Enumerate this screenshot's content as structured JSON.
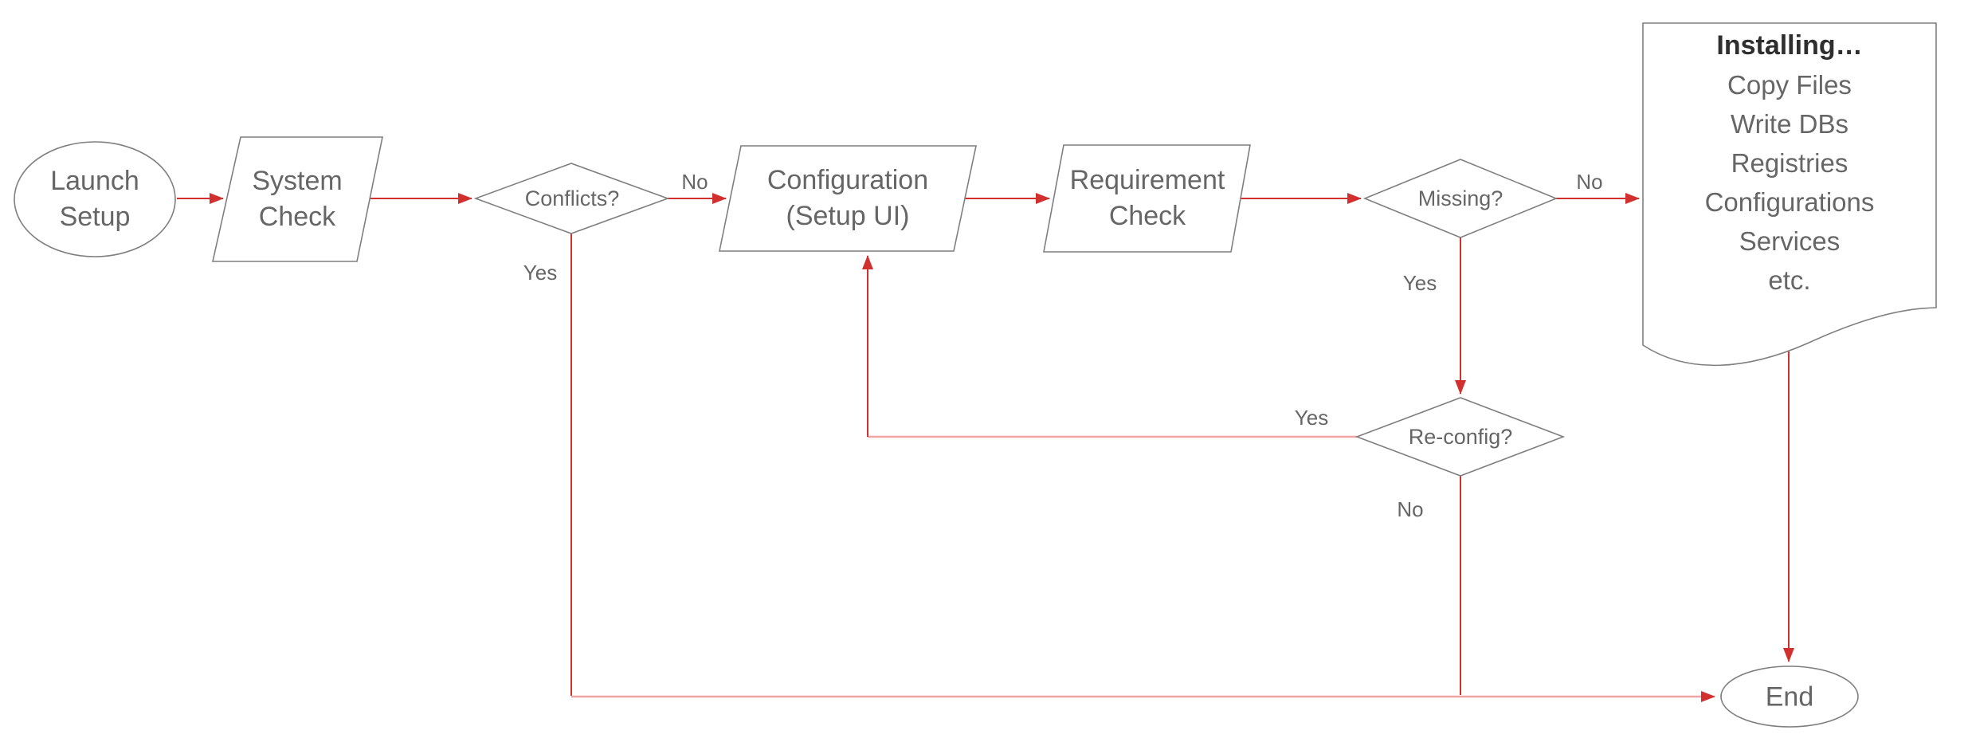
{
  "colors": {
    "arrow": "#d2302e",
    "arrow_light": "#f2a3a3",
    "shape_stroke": "#7f7f7f",
    "text": "#666666",
    "installing_title": "#2e2e2e",
    "background": "#ffffff"
  },
  "nodes": {
    "launch": {
      "line1": "Launch",
      "line2": "Setup"
    },
    "system": {
      "line1": "System",
      "line2": "Check"
    },
    "conflicts": {
      "label": "Conflicts?"
    },
    "configuration": {
      "line1": "Configuration",
      "line2": "(Setup UI)"
    },
    "requirement": {
      "line1": "Requirement",
      "line2": "Check"
    },
    "missing": {
      "label": "Missing?"
    },
    "reconfig": {
      "label": "Re-config?"
    },
    "installing": {
      "title": "Installing…",
      "items": [
        "Copy Files",
        "Write DBs",
        "Registries",
        "Configurations",
        "Services",
        "etc."
      ]
    },
    "end": {
      "label": "End"
    }
  },
  "edge_labels": {
    "conflicts_no": "No",
    "conflicts_yes": "Yes",
    "missing_no": "No",
    "missing_yes": "Yes",
    "reconfig_yes": "Yes",
    "reconfig_no": "No"
  }
}
